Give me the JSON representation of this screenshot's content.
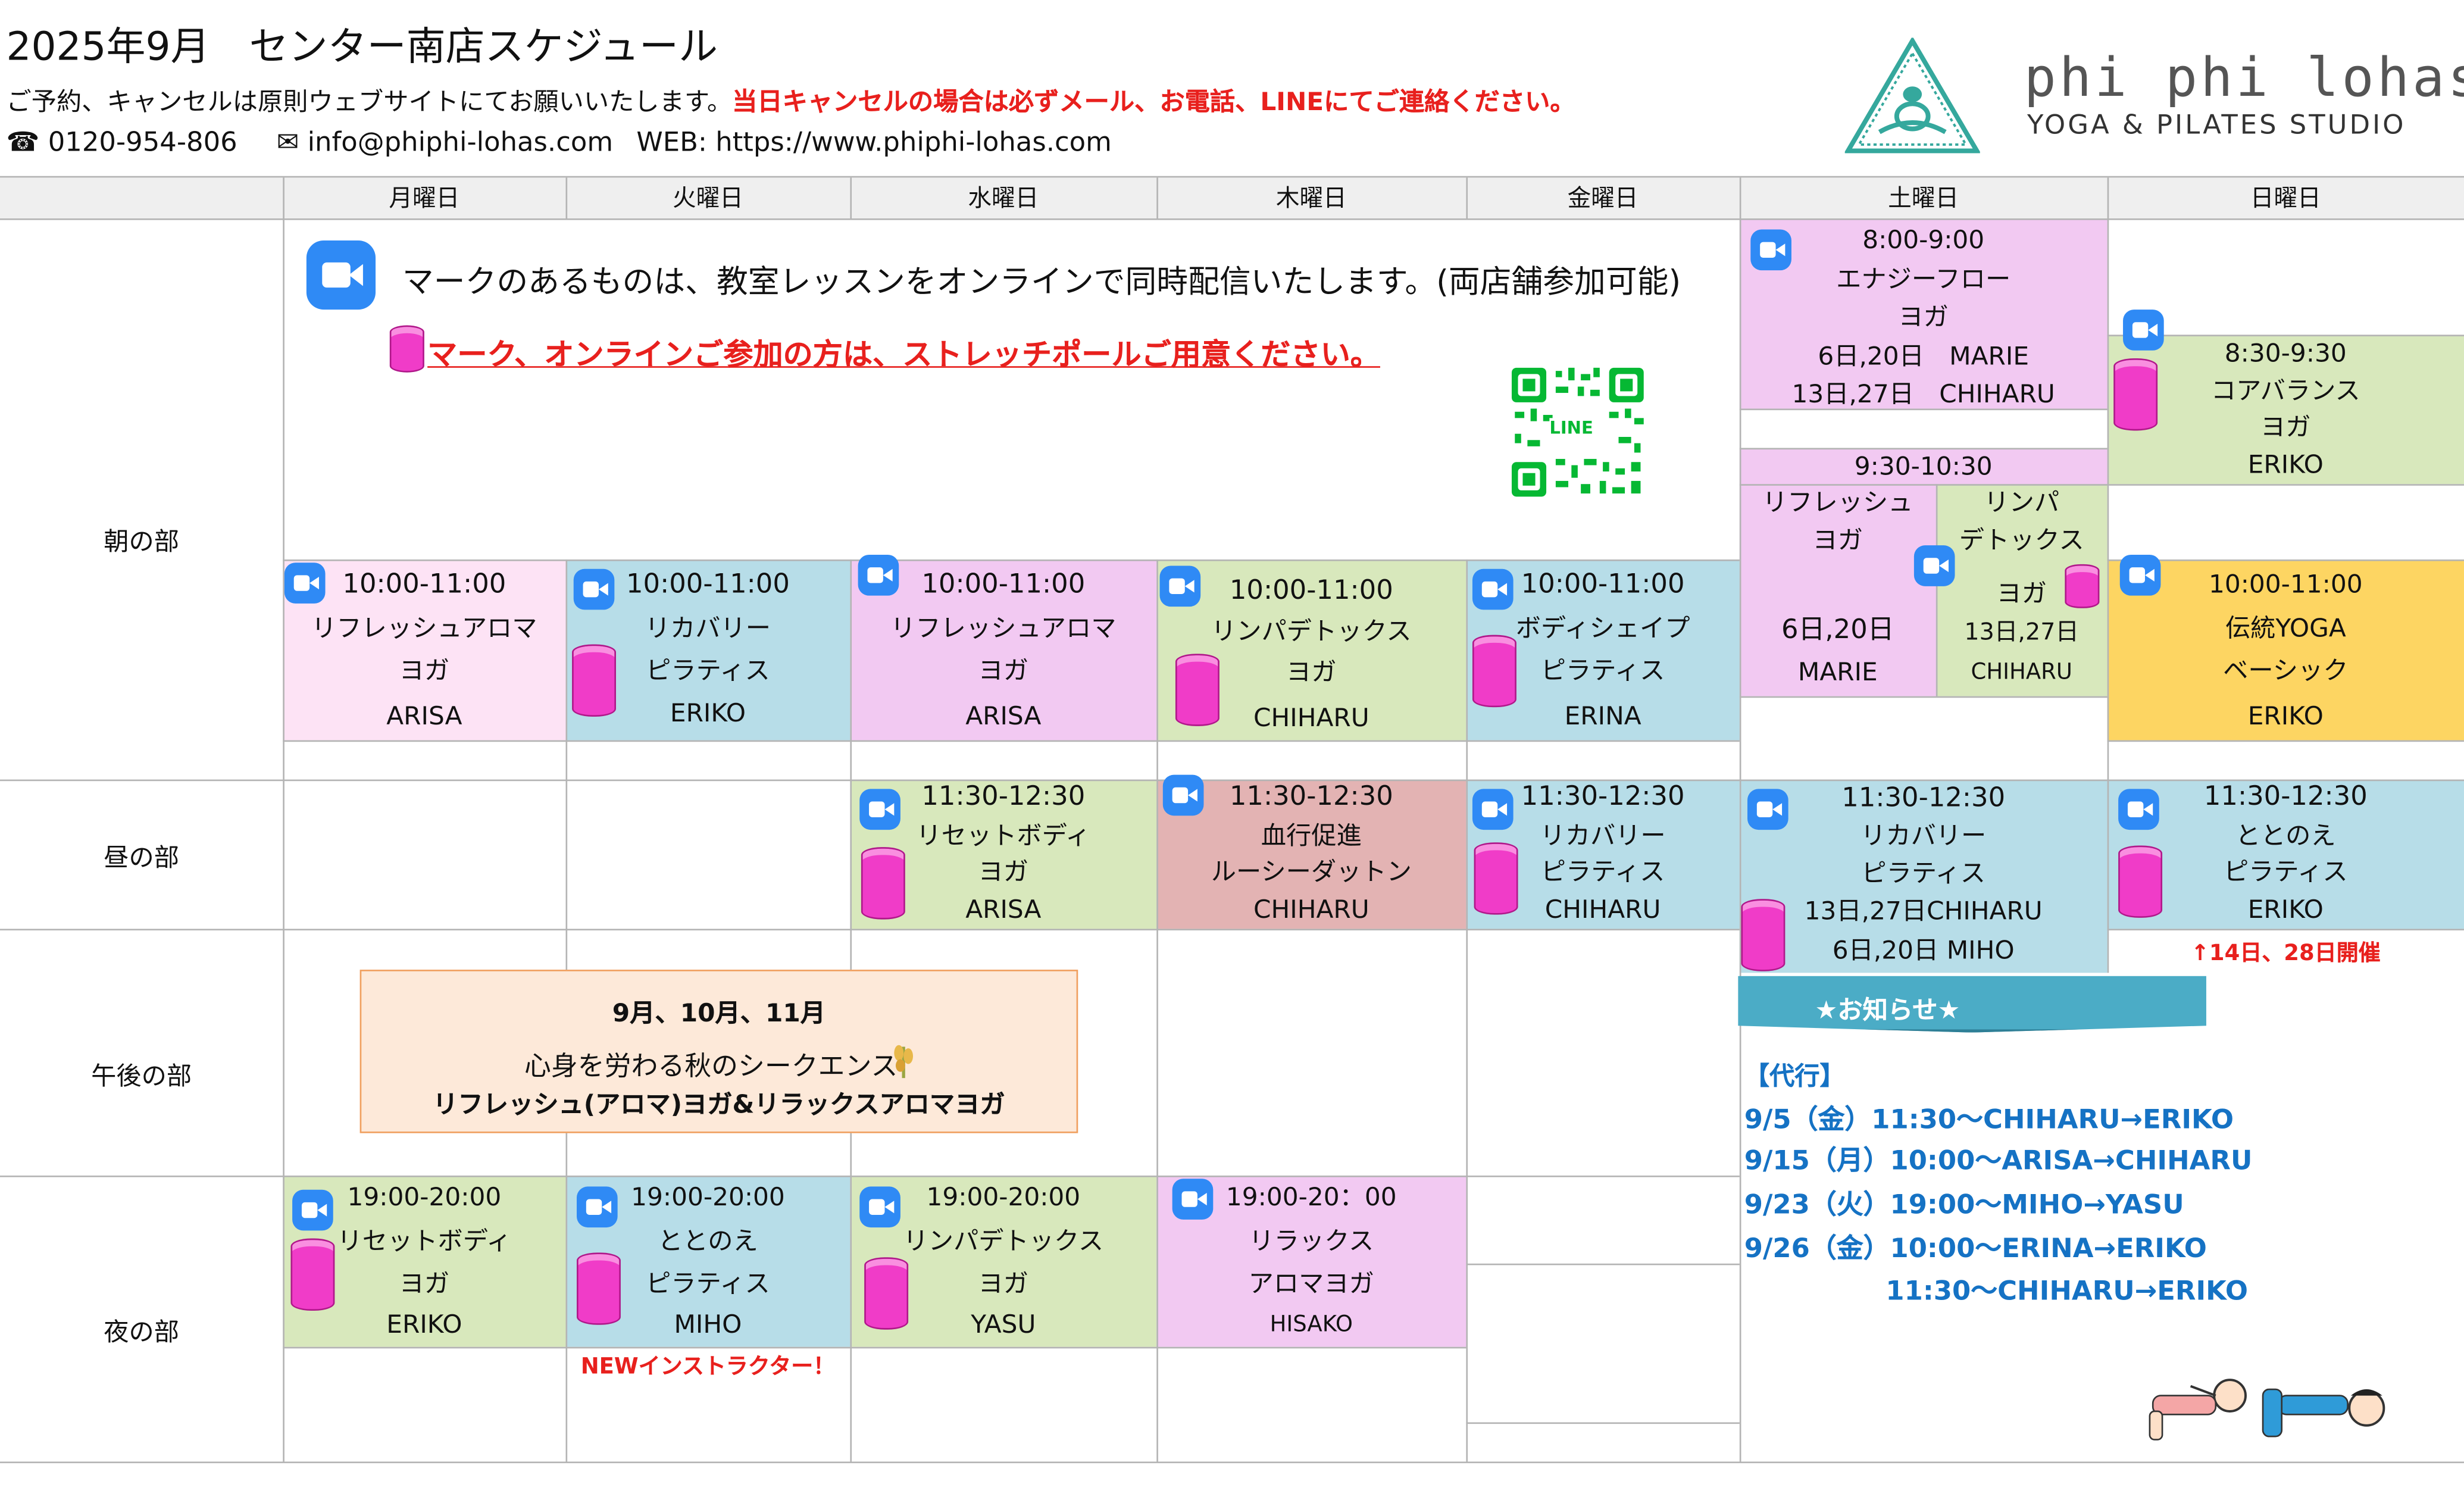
{
  "header": {
    "title": "2025年9月　センター南店スケジュール",
    "notice_prefix": "ご予約、キャンセルは原則ウェブサイトにてお願いいたします。",
    "notice_red": "当日キャンセルの場合は必ずメール、お電話、LINEにてご連絡ください。",
    "phone": "☎ 0120-954-806",
    "email": "✉ info@phiphi-lohas.com",
    "web": "WEB: https://www.phiphi-lohas.com",
    "brand_name": "phi phi lohas",
    "brand_sub": "YOGA & PILATES STUDIO"
  },
  "days": [
    "月曜日",
    "火曜日",
    "水曜日",
    "木曜日",
    "金曜日",
    "土曜日",
    "日曜日"
  ],
  "periods": [
    "朝の部",
    "昼の部",
    "午後の部",
    "夜の部"
  ],
  "online_note": {
    "zoom_text": "マークのあるものは、教室レッスンをオンラインで同時配信いたします。(両店舗参加可能)",
    "pole_text": "マーク、オンラインご参加の方は、ストレッチポールご用意ください。",
    "qr_label": "LINE"
  },
  "classes": {
    "mon_am": [
      "10:00-11:00",
      "リフレッシュアロマ",
      "ヨガ",
      "ARISA"
    ],
    "tue_am": [
      "10:00-11:00",
      "リカバリー",
      "ピラティス",
      "ERIKO"
    ],
    "wed_am": [
      "10:00-11:00",
      "リフレッシュアロマ",
      "ヨガ",
      "ARISA"
    ],
    "thu_am": [
      "10:00-11:00",
      "リンパデトックス",
      "ヨガ",
      "CHIHARU"
    ],
    "fri_am": [
      "10:00-11:00",
      "ボディシェイプ",
      "ピラティス",
      "ERINA"
    ],
    "sat_early": [
      "8:00-9:00",
      "エナジーフロー",
      "ヨガ",
      "6日,20日　MARIE",
      "13日,27日　CHIHARU"
    ],
    "sat_930_time": "9:30-10:30",
    "sat_930_a": [
      "リフレッシュ",
      "ヨガ",
      "6日,20日",
      "MARIE"
    ],
    "sat_930_b": [
      "リンパ",
      "デトックス",
      "ヨガ",
      "13日,27日",
      "CHIHARU"
    ],
    "sun_early": [
      "8:30-9:30",
      "コアバランス",
      "ヨガ",
      "ERIKO"
    ],
    "sun_am": [
      "10:00-11:00",
      "伝統YOGA",
      "ベーシック",
      "ERIKO"
    ],
    "wed_noon": [
      "11:30-12:30",
      "リセットボディ",
      "ヨガ",
      "ARISA"
    ],
    "thu_noon": [
      "11:30-12:30",
      "血行促進",
      "ルーシーダットン",
      "CHIHARU"
    ],
    "fri_noon": [
      "11:30-12:30",
      "リカバリー",
      "ピラティス",
      "CHIHARU"
    ],
    "sat_noon": [
      "11:30-12:30",
      "リカバリー",
      "ピラティス",
      "13日,27日CHIHARU",
      "6日,20日 MIHO"
    ],
    "sun_noon": [
      "11:30-12:30",
      "ととのえ",
      "ピラティス",
      "ERIKO"
    ],
    "sun_noon_note": "↑14日、28日開催",
    "mon_pm": [
      "19:00-20:00",
      "リセットボディ",
      "ヨガ",
      "ERIKO"
    ],
    "tue_pm": [
      "19:00-20:00",
      "ととのえ",
      "ピラティス",
      "MIHO"
    ],
    "tue_pm_note": "NEWインストラクター！",
    "wed_pm": [
      "19:00-20:00",
      "リンパデトックス",
      "ヨガ",
      "YASU"
    ],
    "thu_pm": [
      "19:00-20：00",
      "リラックス",
      "アロマヨガ",
      "HISAKO"
    ]
  },
  "promo": {
    "line1": "9月、10月、11月",
    "line2": "心身を労わる秋のシークエンス",
    "line3": "リフレッシュ(アロマ)ヨガ&リラックスアロマヨガ"
  },
  "news": {
    "banner": "★お知らせ★",
    "heading": "【代行】",
    "items": [
      "9/5（金）11:30～CHIHARU→ERIKO",
      "9/15（月）10:00～ARISA→CHIHARU",
      "9/23（火）19:00～MIHO→YASU",
      "9/26（金）10:00～ERINA→ERIKO",
      "11:30～CHIHARU→ERIKO"
    ]
  },
  "colors": {
    "red": "#e8201d",
    "news_blue": "#1572c4",
    "banner": "#4bacc6",
    "teal_logo": "#35a89d",
    "zoom_blue": "#2f8af5",
    "pole_pink": "#f03cc8"
  }
}
